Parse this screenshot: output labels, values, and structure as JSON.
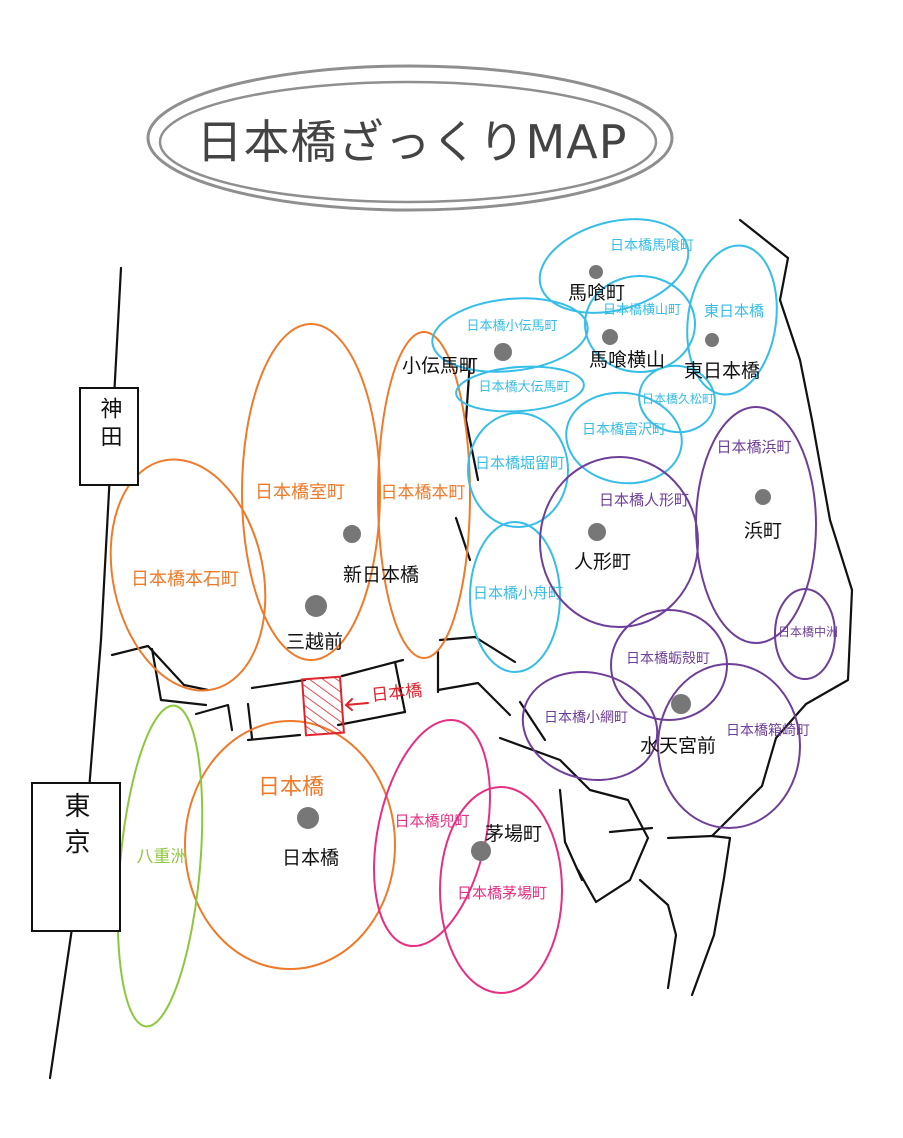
{
  "title": "日本橋ざっくりMAP",
  "colors": {
    "orange": "#ee7a2a",
    "cyan": "#36bde8",
    "purple": "#6d3f98",
    "pink": "#e62f82",
    "green": "#8cc83d",
    "red": "#e0232a",
    "station": "#777777",
    "line": "#111111",
    "title_outline": "#8f8f8f"
  },
  "edge_stations": {
    "kanda": "神田",
    "tokyo": "東京"
  },
  "areas": {
    "hongokucho": "日本橋本石町",
    "muromachi": "日本橋室町",
    "honcho": "日本橋本町",
    "nihonbashi": "日本橋",
    "yaesu": "八重洲",
    "kabutocho": "日本橋兜町",
    "kayabacho": "日本橋茅場町",
    "bakurocho": "日本橋馬喰町",
    "kodenmacho": "日本橋小伝馬町",
    "yokoyamacho": "日本橋横山町",
    "higashi_nihonbashi": "東日本橋",
    "odenmacho": "日本橋大伝馬町",
    "hisamatsucho": "日本橋久松町",
    "tomizawacho": "日本橋富沢町",
    "horidomecho": "日本橋堀留町",
    "kobunacho": "日本橋小舟町",
    "ningyocho": "日本橋人形町",
    "hamacho": "日本橋浜町",
    "nakasu": "日本橋中洲",
    "kakigaracho": "日本橋蛎殻町",
    "koamicho": "日本橋小網町",
    "hakozakicho": "日本橋箱崎町"
  },
  "stations": {
    "bakurocho": "馬喰町",
    "kodenmacho": "小伝馬町",
    "bakuro_yokoyama": "馬喰横山",
    "higashi_nihonbashi": "東日本橋",
    "shin_nihonbashi": "新日本橋",
    "mitsukoshimae": "三越前",
    "ningyocho": "人形町",
    "hamacho": "浜町",
    "suitengumae": "水天宮前",
    "nihonbashi": "日本橋",
    "kayabacho": "茅場町"
  },
  "bridge_label": "日本橋"
}
